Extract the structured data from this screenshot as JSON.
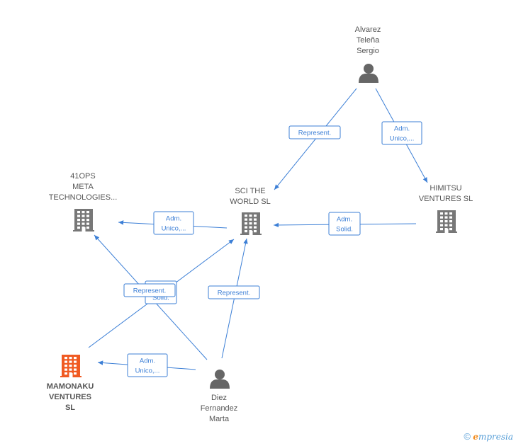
{
  "colors": {
    "edge": "#3c7fd6",
    "company": "#777777",
    "company_highlight": "#f05a22",
    "person": "#666666"
  },
  "nodes": [
    {
      "id": "alvarez",
      "kind": "person",
      "lines": [
        "Alvarez",
        "Teleña",
        "Sergio"
      ],
      "icon": "person-icon"
    },
    {
      "id": "sci",
      "kind": "company",
      "lines": [
        "SCI THE",
        "WORLD  SL"
      ],
      "icon": "building-icon"
    },
    {
      "id": "himitsu",
      "kind": "company",
      "lines": [
        "HIMITSU",
        "VENTURES  SL"
      ],
      "icon": "building-icon"
    },
    {
      "id": "41ops",
      "kind": "company",
      "lines": [
        "41OPS",
        "META",
        "TECHNOLOGIES..."
      ],
      "icon": "building-icon"
    },
    {
      "id": "mamonaku",
      "kind": "company_highlight",
      "lines": [
        "MAMONAKU",
        "VENTURES",
        "SL"
      ],
      "icon": "building-icon"
    },
    {
      "id": "diez",
      "kind": "person",
      "lines": [
        "Diez",
        "Fernandez",
        "Marta"
      ],
      "icon": "person-icon"
    }
  ],
  "edges": [
    {
      "id": "alvarez-sci",
      "label": [
        "Represent."
      ]
    },
    {
      "id": "alvarez-himitsu",
      "label": [
        "Adm.",
        "Unico,..."
      ]
    },
    {
      "id": "himitsu-sci",
      "label": [
        "Adm.",
        "Solid."
      ]
    },
    {
      "id": "sci-41ops",
      "label": [
        "Adm.",
        "Unico,..."
      ]
    },
    {
      "id": "diez-41ops",
      "label": [
        "Adm.",
        "Solid."
      ]
    },
    {
      "id": "mamonaku-sci",
      "label": [
        "Represent."
      ]
    },
    {
      "id": "diez-sci",
      "label": [
        "Represent."
      ]
    },
    {
      "id": "diez-mamonaku",
      "label": [
        "Adm.",
        "Unico,..."
      ]
    }
  ],
  "brand": {
    "copyright": "©",
    "e": "e",
    "rest": "mpresia"
  }
}
